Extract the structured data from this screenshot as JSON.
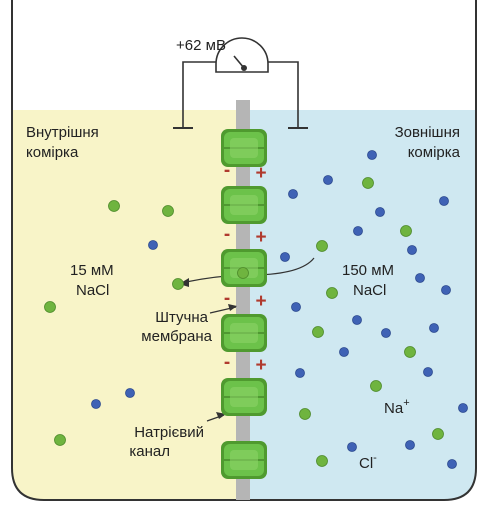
{
  "voltmeter": {
    "reading": "+62 мВ"
  },
  "inner_cell": {
    "label_line1": "Внутрішня",
    "label_line2": "комірка",
    "concentration": "15 мМ",
    "salt": "NaCl"
  },
  "outer_cell": {
    "label_line1": "Зовнішня",
    "label_line2": "комірка",
    "concentration": "150 мМ",
    "salt": "NaCl"
  },
  "membrane": {
    "label_line1": "Штучна",
    "label_line2": "мембрана"
  },
  "channel": {
    "label_line1": "Натрієвий",
    "label_line2": "канал"
  },
  "ions": {
    "sodium": "Na",
    "sodium_charge": "+",
    "chloride": "Cl",
    "chloride_charge": "-"
  },
  "charges": {
    "inner_sign": "-",
    "outer_sign": "+"
  },
  "colors": {
    "inner_bg": "#f8f4c8",
    "outer_bg": "#cfe8f1",
    "membrane": "#b5b5b5",
    "channel": "#6cc24a",
    "sodium_ion": "#6fb43f",
    "chloride_ion": "#3f62b5",
    "charge_minus": "#b03a2e",
    "charge_plus": "#b03a2e"
  }
}
